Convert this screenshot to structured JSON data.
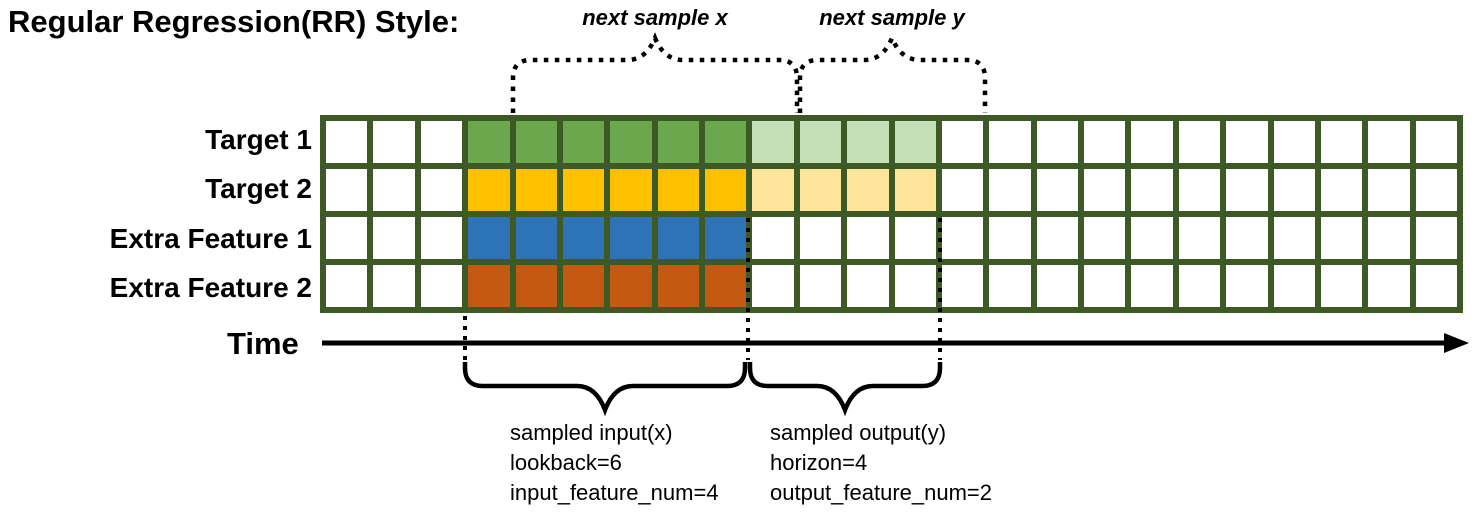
{
  "title": "Regular Regression(RR) Style:",
  "annotations": {
    "next_sample_x": "next sample x",
    "next_sample_y": "next sample y"
  },
  "time_axis": {
    "label": "Time"
  },
  "grid": {
    "columns": 24,
    "lookback": 6,
    "horizon": 4,
    "input_feature_num": 4,
    "output_feature_num": 2,
    "rows": [
      {
        "label": "Target 1",
        "segments": [
          {
            "start": 3,
            "count": 6,
            "color": "cell_green"
          },
          {
            "start": 9,
            "count": 4,
            "color": "cell_green_light"
          }
        ]
      },
      {
        "label": "Target 2",
        "segments": [
          {
            "start": 3,
            "count": 6,
            "color": "cell_gold"
          },
          {
            "start": 9,
            "count": 4,
            "color": "cell_gold_light"
          }
        ]
      },
      {
        "label": "Extra Feature 1",
        "segments": [
          {
            "start": 3,
            "count": 6,
            "color": "cell_blue"
          }
        ]
      },
      {
        "label": "Extra Feature 2",
        "segments": [
          {
            "start": 3,
            "count": 6,
            "color": "cell_orange"
          }
        ]
      }
    ]
  },
  "input_note": {
    "line1": "sampled input(x)",
    "line2": "lookback=6",
    "line3": "input_feature_num=4"
  },
  "output_note": {
    "line1": "sampled output(y)",
    "line2": "horizon=4",
    "line3": "output_feature_num=2"
  },
  "colors": {
    "cell_green": "#6BA84D",
    "cell_green_light": "#C6DFB6",
    "cell_gold": "#FFC000",
    "cell_gold_light": "#FFE599",
    "cell_blue": "#2E73B5",
    "cell_orange": "#C45A11",
    "grid_border": "#3D5A26",
    "ink": "#000000"
  }
}
